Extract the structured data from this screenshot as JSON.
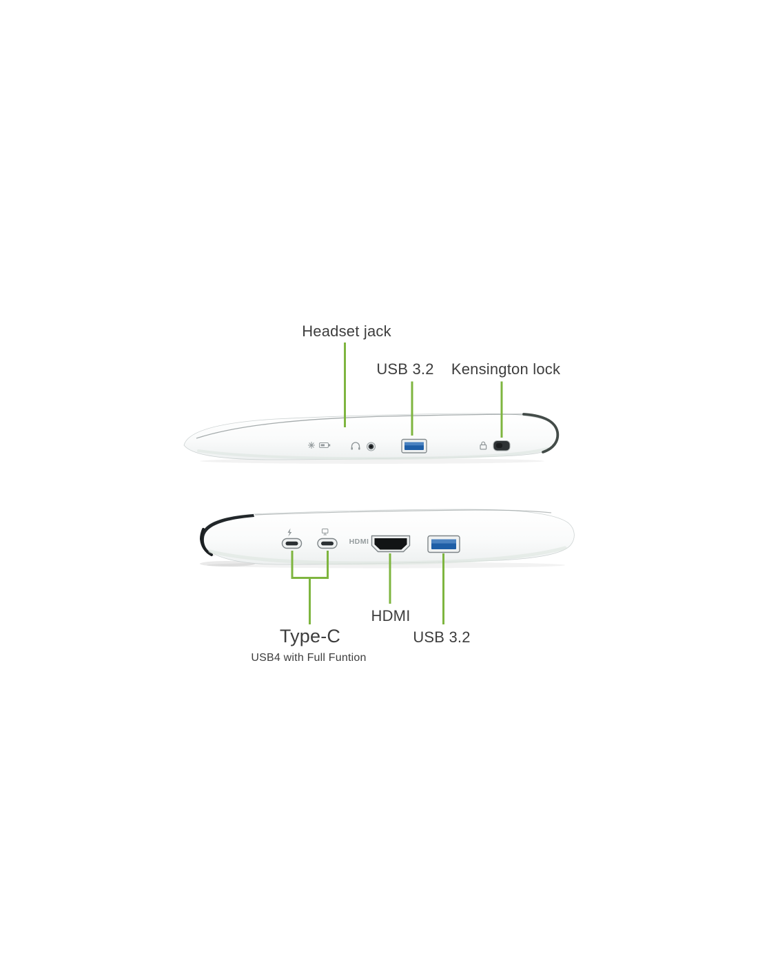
{
  "colors": {
    "background": "#ffffff",
    "callout_green": "#7eb53f",
    "text": "#3d3d3d",
    "usb_blue": "#1e5ea6"
  },
  "top_view": {
    "labels": {
      "headset_jack": "Headset jack",
      "usb_32": "USB 3.2",
      "kensington_lock": "Kensington lock"
    }
  },
  "bottom_view": {
    "chassis_print": "HDMI",
    "labels": {
      "hdmi": "HDMI",
      "usb_32": "USB 3.2",
      "type_c": "Type-C",
      "type_c_sub": "USB4 with Full Funtion"
    }
  },
  "icons": {
    "top_edge": [
      "power-indicator-icon",
      "battery-indicator-icon",
      "headset-icon",
      "security-lock-icon"
    ],
    "bottom_edge": [
      "charging-bolt-icon",
      "external-display-icon"
    ]
  }
}
